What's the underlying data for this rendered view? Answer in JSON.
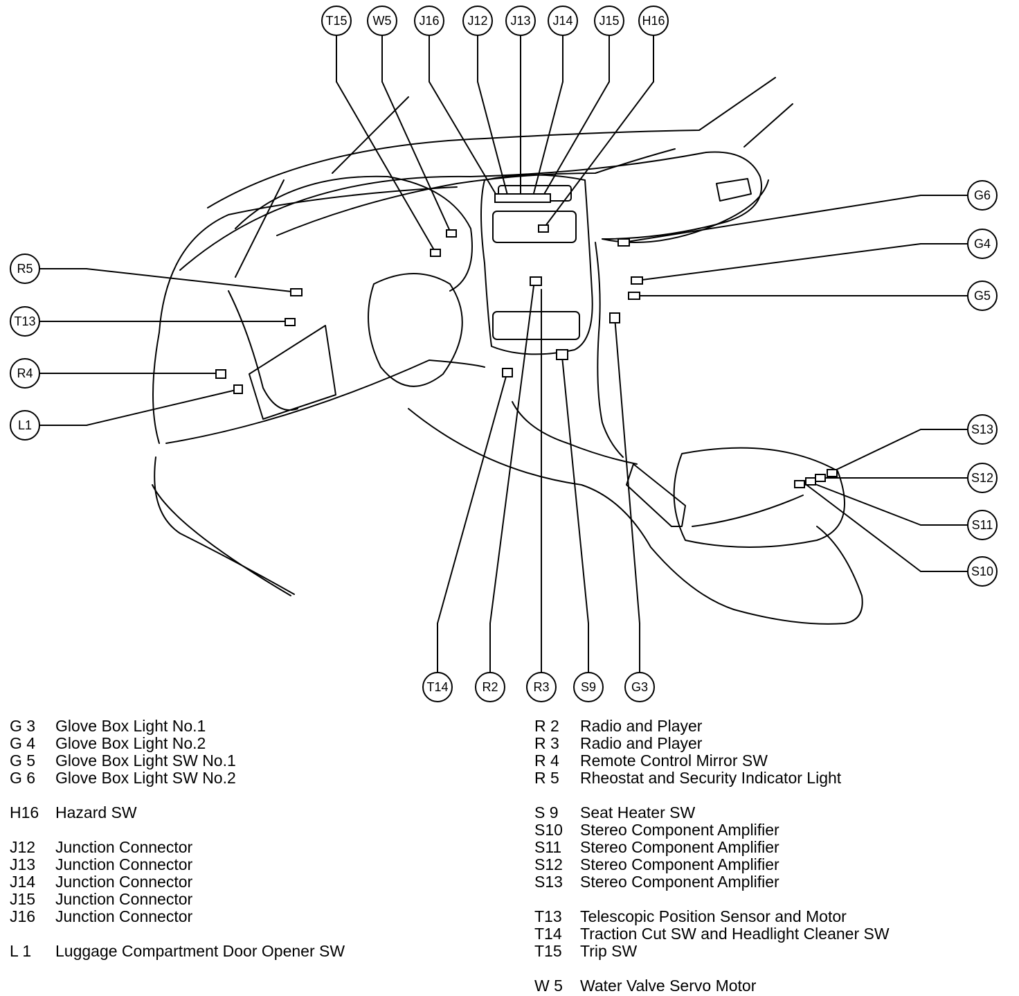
{
  "callouts": {
    "top": [
      "T15",
      "W5",
      "J16",
      "J12",
      "J13",
      "J14",
      "J15",
      "H16"
    ],
    "left": [
      "R5",
      "T13",
      "R4",
      "L1"
    ],
    "right": [
      "G6",
      "G4",
      "G5",
      "S13",
      "S12",
      "S11",
      "S10"
    ],
    "bottom": [
      "T14",
      "R2",
      "R3",
      "S9",
      "G3"
    ]
  },
  "legend_left": [
    {
      "code": "G 3",
      "label": "Glove Box Light No.1"
    },
    {
      "code": "G 4",
      "label": "Glove Box Light No.2"
    },
    {
      "code": "G 5",
      "label": "Glove Box Light SW No.1"
    },
    {
      "code": "G 6",
      "label": "Glove Box Light SW No.2"
    },
    {
      "code": "H16",
      "label": "Hazard SW",
      "gap": true
    },
    {
      "code": "J12",
      "label": "Junction Connector",
      "gap": true
    },
    {
      "code": "J13",
      "label": "Junction Connector"
    },
    {
      "code": "J14",
      "label": "Junction Connector"
    },
    {
      "code": "J15",
      "label": "Junction Connector"
    },
    {
      "code": "J16",
      "label": "Junction Connector"
    },
    {
      "code": "L 1",
      "label": "Luggage Compartment Door Opener SW",
      "gap": true
    }
  ],
  "legend_right": [
    {
      "code": "R 2",
      "label": "Radio and Player"
    },
    {
      "code": "R 3",
      "label": "Radio and Player"
    },
    {
      "code": "R 4",
      "label": "Remote Control Mirror SW"
    },
    {
      "code": "R 5",
      "label": "Rheostat and Security Indicator Light"
    },
    {
      "code": "S 9",
      "label": "Seat Heater SW",
      "gap": true
    },
    {
      "code": "S10",
      "label": "Stereo Component Amplifier"
    },
    {
      "code": "S11",
      "label": "Stereo Component Amplifier"
    },
    {
      "code": "S12",
      "label": "Stereo Component Amplifier"
    },
    {
      "code": "S13",
      "label": "Stereo Component Amplifier"
    },
    {
      "code": "T13",
      "label": "Telescopic Position Sensor and Motor",
      "gap": true
    },
    {
      "code": "T14",
      "label": "Traction Cut SW and Headlight Cleaner SW"
    },
    {
      "code": "T15",
      "label": "Trip SW"
    },
    {
      "code": "W 5",
      "label": "Water Valve Servo Motor",
      "gap": true
    }
  ]
}
